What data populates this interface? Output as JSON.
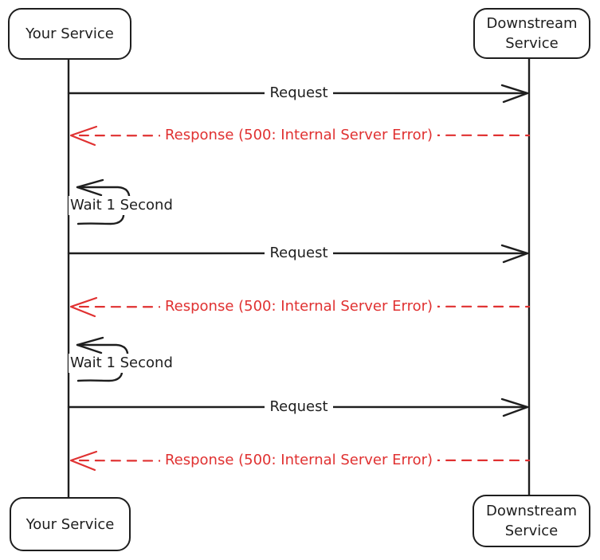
{
  "diagram_type": "sequence-diagram",
  "actors": [
    {
      "id": "your-service",
      "label": "Your Service"
    },
    {
      "id": "downstream-service",
      "label": "Downstream Service"
    }
  ],
  "sequence": [
    {
      "kind": "message",
      "from": "your-service",
      "to": "downstream-service",
      "label": "Request",
      "line": "solid",
      "color": "#1e1e1e"
    },
    {
      "kind": "message",
      "from": "downstream-service",
      "to": "your-service",
      "label": "Response (500: Internal Server Error)",
      "line": "dashed",
      "color": "#e03131"
    },
    {
      "kind": "self-message",
      "actor": "your-service",
      "label": "Wait 1 Second",
      "line": "solid",
      "color": "#1e1e1e"
    },
    {
      "kind": "message",
      "from": "your-service",
      "to": "downstream-service",
      "label": "Request",
      "line": "solid",
      "color": "#1e1e1e"
    },
    {
      "kind": "message",
      "from": "downstream-service",
      "to": "your-service",
      "label": "Response (500: Internal Server Error)",
      "line": "dashed",
      "color": "#e03131"
    },
    {
      "kind": "self-message",
      "actor": "your-service",
      "label": "Wait 1 Second",
      "line": "solid",
      "color": "#1e1e1e"
    },
    {
      "kind": "message",
      "from": "your-service",
      "to": "downstream-service",
      "label": "Request",
      "line": "solid",
      "color": "#1e1e1e"
    },
    {
      "kind": "message",
      "from": "downstream-service",
      "to": "your-service",
      "label": "Response (500: Internal Server Error)",
      "line": "dashed",
      "color": "#e03131"
    }
  ],
  "colors": {
    "stroke": "#1e1e1e",
    "error": "#e03131",
    "background": "#ffffff"
  }
}
